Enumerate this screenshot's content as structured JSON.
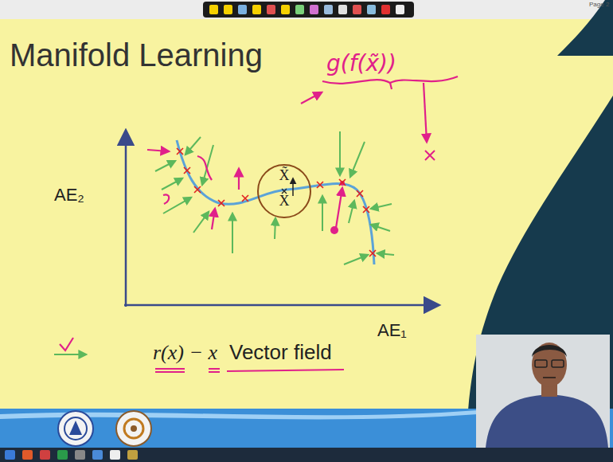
{
  "diagram": {
    "title": "Manifold Learning",
    "nodes": [
      {
        "text": [
          "X̃",
          "X"
        ]
      }
    ],
    "labels": [
      "AE₂",
      "AE₁",
      "g(f(x̃))",
      "r(x) − x",
      "Vector field",
      "Page 2"
    ]
  }
}
